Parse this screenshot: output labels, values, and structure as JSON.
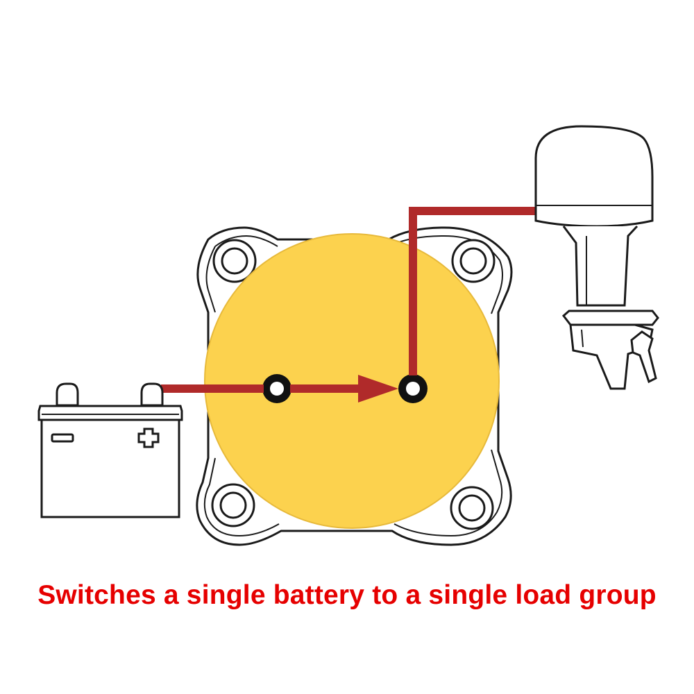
{
  "caption": "Switches a single battery to a single load group",
  "colors": {
    "caption": "#e60000",
    "wire": "#b02a2a",
    "switch_face": "#fcd24e",
    "outline": "#1a1a1a",
    "terminal": "#111111"
  },
  "battery": {
    "terminal_symbols": [
      "minus-icon",
      "plus-icon"
    ]
  },
  "switch": {
    "terminal_count": 2,
    "mount_hole_count": 4
  },
  "load": {
    "icon": "outboard-motor-icon"
  }
}
